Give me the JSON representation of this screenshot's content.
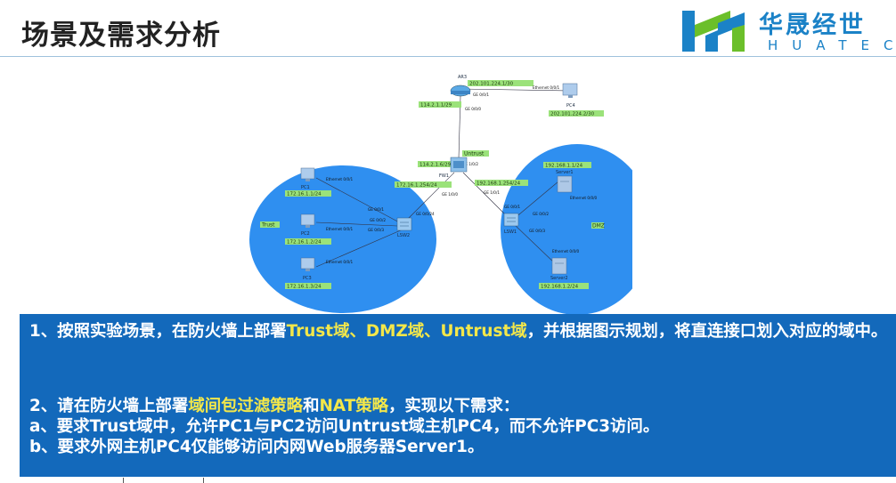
{
  "header": {
    "title": "场景及需求分析",
    "logo_cn": "华晟经世",
    "logo_en": "HUATEC"
  },
  "topology": {
    "ar": {
      "name": "AR3",
      "port_top": "GE 0/0/1",
      "port_down": "GE 0/0/0",
      "ip_right": "202.101.224.1/30",
      "ip_left": "114.2.1.1/29"
    },
    "pc4": {
      "name": "PC4",
      "port": "Ethernet 0/0/1",
      "ip": "202.101.224.2/30"
    },
    "fw": {
      "name": "FW1",
      "zone": "Untrust",
      "port_up": "GE 1/0/2",
      "ip_up": "114.2.1.6/29",
      "port_left": "GE 1/0/0",
      "ip_left": "172.16.1.254/24",
      "port_right": "GE 1/0/1",
      "ip_right": "192.168.1.254/24"
    },
    "lsw2": {
      "name": "LSW2",
      "port_up": "GE 0/0/24",
      "p1": "GE 0/0/1",
      "p2": "GE 0/0/2",
      "p3": "GE 0/0/3"
    },
    "lsw1": {
      "name": "LSW1",
      "p1": "GE 0/0/1",
      "p2": "GE 0/0/2",
      "p3": "GE 0/0/3"
    },
    "pc1": {
      "name": "PC1",
      "port": "Ethernet 0/0/1",
      "ip": "172.16.1.1/24"
    },
    "pc2": {
      "name": "PC2",
      "port": "Ethernet 0/0/1",
      "ip": "172.16.1.2/24"
    },
    "pc3": {
      "name": "PC3",
      "port": "Ethernet 0/0/1",
      "ip": "172.16.1.3/24"
    },
    "server1": {
      "name": "Server1",
      "port": "Ethernet 0/0/0",
      "ip": "192.168.1.1/24"
    },
    "server2": {
      "name": "Server2",
      "port": "Ethernet 0/0/0",
      "ip": "192.168.1.2/24"
    },
    "zone_trust": "Trust",
    "zone_dmz": "DMZ"
  },
  "requirements": {
    "r1_a": "1、按照实验场景，在防火墙上部署",
    "r1_hl": "Trust域、DMZ域、Untrust域",
    "r1_b": "，并根据图示规划，将直连接口划入对应的域中。",
    "r2_a": "2、请在防火墙上部署",
    "r2_hl1": "域间包过滤策略",
    "r2_mid": "和",
    "r2_hl2": "NAT策略",
    "r2_b": "，实现以下需求：",
    "ra": "a、要求Trust域中，允许PC1与PC2访问Untrust域主机PC4，而不允许PC3访问。",
    "rb": "b、要求外网主机PC4仅能够访问内网Web服务器Server1。"
  },
  "colors": {
    "panel": "#1369bb",
    "highlight": "#f3e74a",
    "logo": "#1b82c7",
    "logo_green": "#6bbf2a",
    "zone": "#2f8ff0",
    "ip_bg": "#9be27a"
  }
}
